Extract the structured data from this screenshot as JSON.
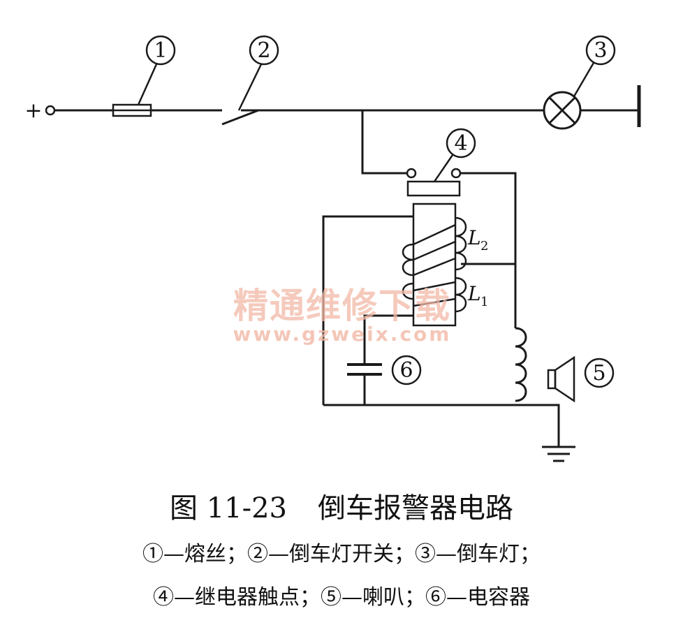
{
  "diagram": {
    "terminal_label": "+",
    "callouts": [
      "①",
      "②",
      "③",
      "④",
      "⑤",
      "⑥"
    ],
    "coil_labels": [
      {
        "main": "L",
        "sub": "2"
      },
      {
        "main": "L",
        "sub": "1"
      }
    ],
    "watermark": {
      "text": "精通维修下载",
      "url": "www.gzweix.com"
    }
  },
  "caption": {
    "figure_number": "图 11-23",
    "title": "倒车报警器电路",
    "legend_line1": "①—熔丝；②—倒车灯开关；③—倒车灯；",
    "legend_line2": "④—继电器触点；⑤—喇叭；⑥—电容器"
  }
}
